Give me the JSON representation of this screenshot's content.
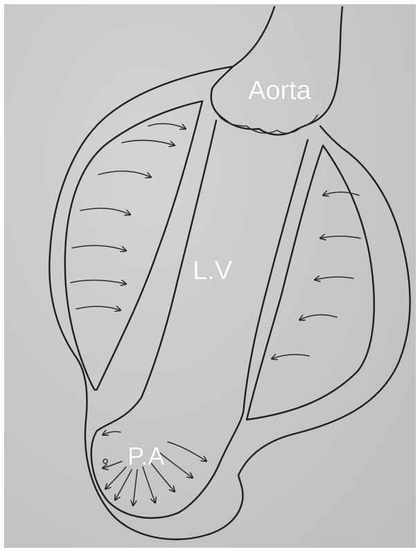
{
  "labels": {
    "aorta": "Aorta",
    "left_ventricle": "L.V",
    "pulmonary_artery": "P.A"
  },
  "colors": {
    "paper": "#c9c9c7",
    "ink": "#1e1e1e",
    "label_text": "#ffffff",
    "border": "#ffffff"
  },
  "icons": {
    "flow_arrows": "arrow-icon"
  }
}
